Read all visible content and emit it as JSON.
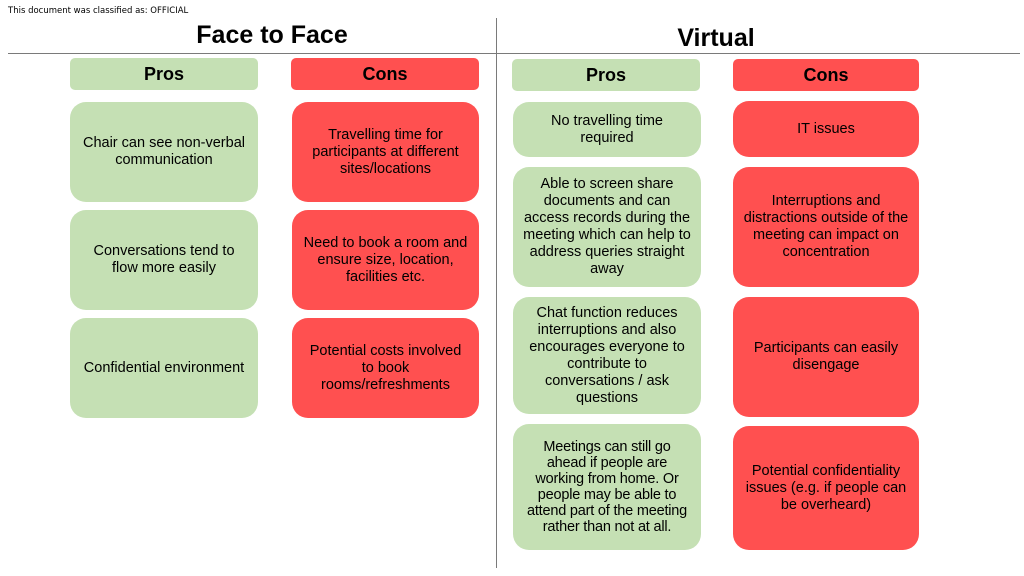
{
  "classification": "This document was classified as: OFFICIAL",
  "face_to_face": {
    "title": "Face to Face",
    "pros_header": "Pros",
    "cons_header": "Cons",
    "pros": [
      "Chair can see non-verbal communication",
      "Conversations tend to flow more easily",
      "Confidential environment"
    ],
    "cons": [
      "Travelling time for participants at different sites/locations",
      "Need to book a room and ensure size, location, facilities etc.",
      "Potential costs involved to book rooms/refreshments"
    ]
  },
  "virtual": {
    "title": "Virtual",
    "pros_header": "Pros",
    "cons_header": "Cons",
    "pros": [
      "No travelling time required",
      "Able to screen share documents and can access records during the meeting which can help to address queries straight away",
      "Chat function reduces interruptions and also encourages everyone to contribute to conversations / ask questions",
      "Meetings can still go ahead if people are working from home. Or people may be able to attend part of the meeting rather than not at all."
    ],
    "cons": [
      "IT issues",
      "Interruptions and distractions outside of the meeting can impact on concentration",
      "Participants can easily disengage",
      "Potential confidentiality issues (e.g. if people can be overheard)"
    ]
  },
  "colors": {
    "pro": "#c5e0b4",
    "con": "#ff5050",
    "divider": "#7a7a7a"
  }
}
